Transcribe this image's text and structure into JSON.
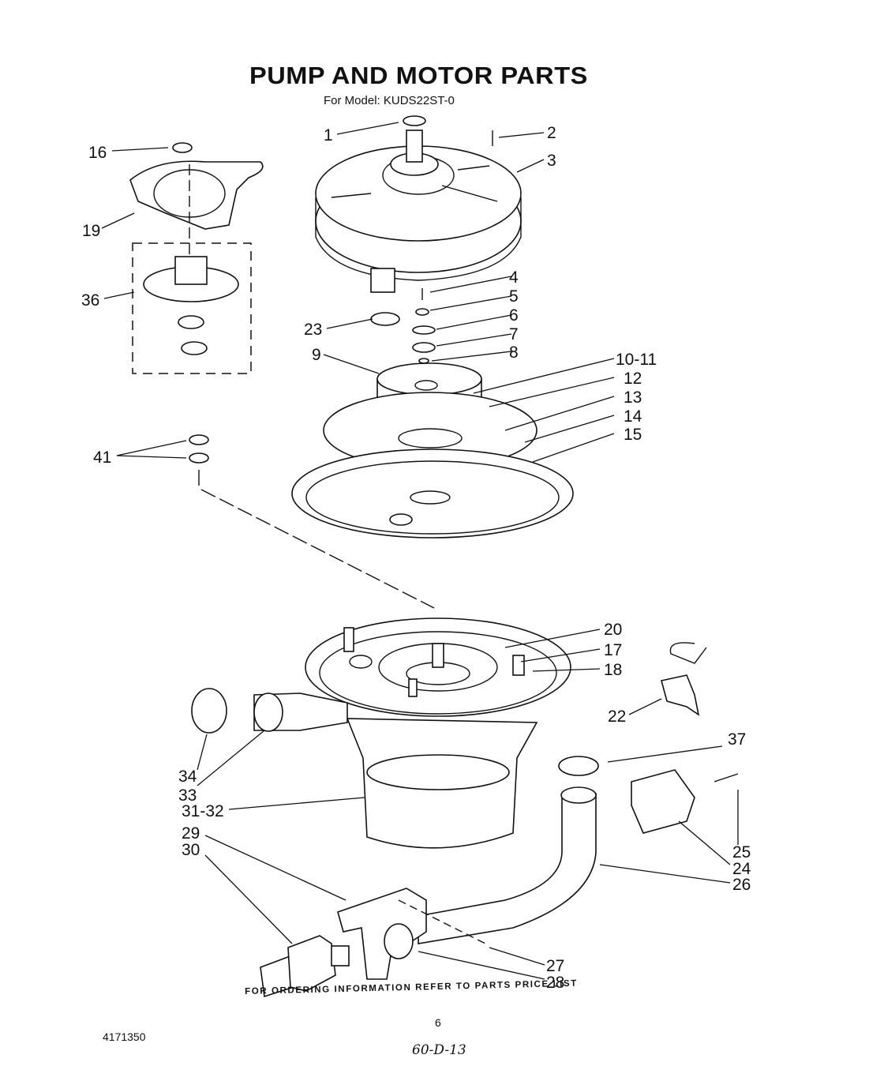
{
  "title": "PUMP AND MOTOR PARTS",
  "subtitle": "For Model: KUDS22ST-0",
  "footer": "FOR ORDERING INFORMATION REFER TO PARTS PRICE LIST",
  "page_number": "6",
  "doc_number": "4171350",
  "handwritten": "60-D-13",
  "callouts": [
    "1",
    "2",
    "3",
    "4",
    "5",
    "6",
    "7",
    "8",
    "9",
    "10-11",
    "12",
    "13",
    "14",
    "15",
    "16",
    "17",
    "18",
    "19",
    "20",
    "22",
    "23",
    "24",
    "25",
    "26",
    "27",
    "28",
    "29",
    "30",
    "31-32",
    "33",
    "34",
    "36",
    "37",
    "41"
  ]
}
